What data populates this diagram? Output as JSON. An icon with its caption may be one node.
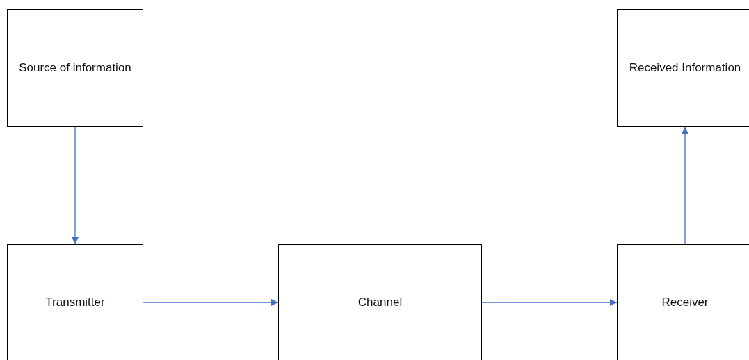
{
  "diagram": {
    "nodes": [
      {
        "text": [
          "Source of information"
        ]
      },
      {
        "text": [
          "Received Information"
        ]
      },
      {
        "text": [
          "Transmitter"
        ]
      },
      {
        "text": [
          "Channel"
        ]
      },
      {
        "text": [
          "Receiver"
        ]
      }
    ],
    "edges": [
      {
        "from": 0,
        "to": 2,
        "arrow": "to"
      },
      {
        "from": 2,
        "to": 3,
        "arrow": "to"
      },
      {
        "from": 3,
        "to": 4,
        "arrow": "to"
      },
      {
        "from": 4,
        "to": 1,
        "arrow": "to"
      }
    ]
  }
}
